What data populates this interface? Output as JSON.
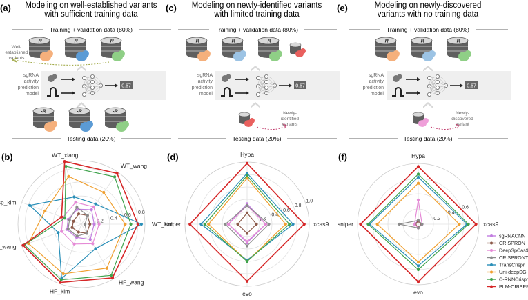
{
  "panels": {
    "a": {
      "letter": "(a)",
      "title_lines": [
        "Modeling on well-established variants",
        "with sufficient training data"
      ],
      "train_label": "Training + validation data (80%)",
      "test_label": "Testing data (20%)",
      "note_lines": [
        "Well-",
        "established",
        "variants"
      ]
    },
    "c": {
      "letter": "(c)",
      "title_lines": [
        "Modeling on newly-identified variants",
        "with limited training data"
      ],
      "train_label": "Training + validation data (80%)",
      "test_label": "Testing data (20%)",
      "note_lines": [
        "Newly-",
        "identified",
        "variants"
      ]
    },
    "e": {
      "letter": "(e)",
      "title_lines": [
        "Modeling on newly-discovered",
        "variants with no training data"
      ],
      "train_label": "Training + validation data (80%)",
      "test_label": "Testing data (20%)",
      "note_lines": [
        "Newly-",
        "discovered",
        "variant"
      ]
    }
  },
  "model_label_lines": [
    "sgRNA",
    "activity",
    "prediction",
    "model"
  ],
  "output_value": "0.67",
  "db_logo": "-R",
  "colors": {
    "orange_cell": "#f5b07c",
    "blue_cell": "#5b9bd5",
    "lightblue_cell": "#9cc3e4",
    "green_cell": "#8fcf86",
    "red_cell": "#e9605e",
    "pink_cell": "#ef9fd9",
    "gray_cell": "#777777",
    "panel_bg": "#efefef",
    "olive_arrow": "#9aa33a",
    "pink_arrow": "#c03a6b"
  },
  "chart_data": [
    {
      "type": "radar",
      "panel_label": "(b)",
      "axes": [
        "WT_kim",
        "WT_wang",
        "WT_xiang",
        "esp_kim",
        "esp_wang",
        "HF_kim",
        "HF_wang"
      ],
      "rlim": [
        0,
        0.9
      ],
      "rticks": [
        "0.2",
        "0.4",
        "0.6",
        "0.8"
      ],
      "rtick_values": [
        0.2,
        0.4,
        0.6,
        0.8
      ],
      "grid": true,
      "series": [
        {
          "name": "sgRNACNN",
          "color": "#c27ee0",
          "values": [
            0.18,
            0.25,
            0.22,
            0.2,
            0.22,
            0.2,
            0.25
          ]
        },
        {
          "name": "CRISPRON",
          "color": "#8c5a4a",
          "values": [
            0.12,
            0.15,
            0.15,
            0.12,
            0.14,
            0.12,
            0.15
          ]
        },
        {
          "name": "DeepSpCas9",
          "color": "#e58ad6",
          "values": [
            0.25,
            0.3,
            0.32,
            0.28,
            0.3,
            0.3,
            0.32
          ]
        },
        {
          "name": "CRISPRONT",
          "color": "#8c8c8c",
          "values": [
            0.05,
            0.15,
            0.25,
            0.18,
            0.2,
            0.18,
            0.15
          ]
        },
        {
          "name": "TransCrispr",
          "color": "#2a8fb8",
          "values": [
            0.85,
            0.35,
            0.4,
            0.78,
            0.35,
            0.82,
            0.4
          ]
        },
        {
          "name": "Uni-deepSG",
          "color": "#f0a030",
          "values": [
            0.62,
            0.55,
            0.7,
            0.55,
            0.8,
            0.75,
            0.72
          ]
        },
        {
          "name": "C-RNNCrispr",
          "color": "#3fa34d",
          "values": [
            0.7,
            0.82,
            0.85,
            0.25,
            0.86,
            0.84,
            0.84
          ]
        },
        {
          "name": "PLM-CRISPR",
          "color": "#d62728",
          "values": [
            0.8,
            0.88,
            0.92,
            0.3,
            0.88,
            0.88,
            0.88
          ]
        }
      ]
    },
    {
      "type": "radar",
      "panel_label": "(d)",
      "axes": [
        "xcas9",
        "Hypa",
        "sniper",
        "evo"
      ],
      "rlim": [
        0,
        1.0
      ],
      "rticks": [
        "0.2",
        "0.4",
        "0.6",
        "0.8",
        "1.0"
      ],
      "rtick_values": [
        0.2,
        0.4,
        0.6,
        0.8,
        1.0
      ],
      "grid": true,
      "series": [
        {
          "name": "sgRNACNN",
          "color": "#c27ee0",
          "values": [
            0.3,
            0.33,
            0.3,
            0.3
          ]
        },
        {
          "name": "CRISPRON",
          "color": "#8c5a4a",
          "values": [
            0.15,
            0.18,
            0.15,
            0.15
          ]
        },
        {
          "name": "DeepSpCas9",
          "color": "#e58ad6",
          "values": [
            0.3,
            0.3,
            0.3,
            0.28
          ]
        },
        {
          "name": "CRISPRONT",
          "color": "#8c8c8c",
          "values": [
            0.35,
            0.3,
            0.35,
            0.35
          ]
        },
        {
          "name": "TransCrispr",
          "color": "#2a8fb8",
          "values": [
            0.74,
            0.82,
            0.74,
            0.58
          ]
        },
        {
          "name": "Uni-deepSG",
          "color": "#f0a030",
          "values": [
            0.62,
            0.74,
            0.62,
            0.6
          ]
        },
        {
          "name": "C-RNNCrispr",
          "color": "#3fa34d",
          "values": [
            0.68,
            0.78,
            0.68,
            0.6
          ]
        },
        {
          "name": "PLM-CRISPR",
          "color": "#d62728",
          "values": [
            0.92,
            0.98,
            0.92,
            0.92
          ]
        }
      ]
    },
    {
      "type": "radar",
      "panel_label": "(f)",
      "axes": [
        "xcas9",
        "Hypa",
        "sniper",
        "evo"
      ],
      "rlim": [
        0,
        0.8
      ],
      "rticks": [
        "0.2",
        "0.4",
        "0.6"
      ],
      "rtick_values": [
        0.2,
        0.4,
        0.6
      ],
      "grid": true,
      "series": [
        {
          "name": "sgRNACNN",
          "color": "#c27ee0",
          "values": [
            0.05,
            0.05,
            0.05,
            0.05
          ]
        },
        {
          "name": "CRISPRON",
          "color": "#8c5a4a",
          "values": [
            0.04,
            0.04,
            0.04,
            0.04
          ]
        },
        {
          "name": "DeepSpCas9",
          "color": "#e58ad6",
          "values": [
            0.05,
            0.32,
            0.05,
            0.05
          ]
        },
        {
          "name": "CRISPRONT",
          "color": "#8c8c8c",
          "values": [
            0.05,
            0.05,
            0.25,
            0.05
          ]
        },
        {
          "name": "TransCrispr",
          "color": "#2a8fb8",
          "values": [
            0.64,
            0.62,
            0.64,
            0.55
          ]
        },
        {
          "name": "Uni-deepSG",
          "color": "#f0a030",
          "values": [
            0.54,
            0.54,
            0.54,
            0.5
          ]
        },
        {
          "name": "C-RNNCrispr",
          "color": "#3fa34d",
          "values": [
            0.66,
            0.66,
            0.66,
            0.6
          ]
        },
        {
          "name": "PLM-CRISPR",
          "color": "#d62728",
          "values": [
            0.76,
            0.76,
            0.76,
            0.76
          ]
        }
      ]
    }
  ]
}
